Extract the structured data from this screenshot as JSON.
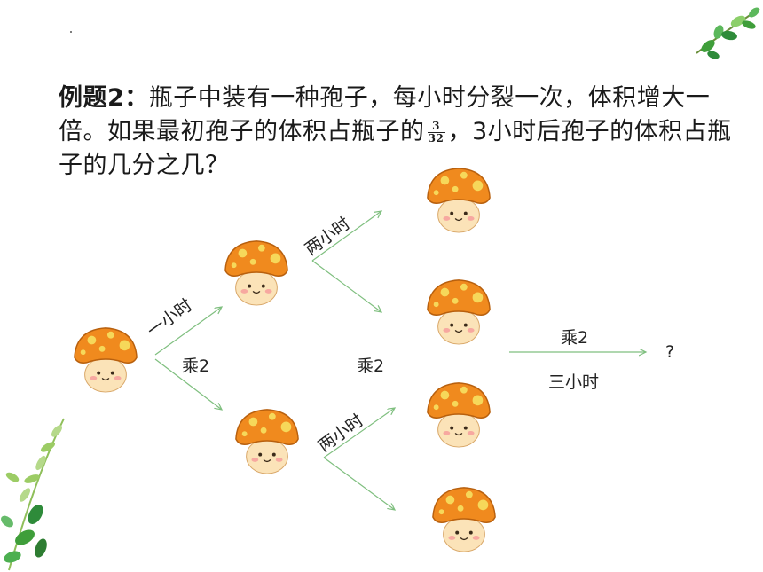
{
  "problem": {
    "label": "例题2：",
    "text_part1": "瓶子中装有一种孢子，每小时分裂一次，体积增大一倍。如果最初孢子的体积占瓶子的",
    "fraction": {
      "numerator": "3",
      "denominator": "32"
    },
    "text_part2": "，3小时后孢子的体积占瓶子的几分之几？"
  },
  "diagram": {
    "one_hour": "一小时",
    "times2_first": "乘2",
    "two_hours_top": "两小时",
    "times2_middle": "乘2",
    "two_hours_bottom": "两小时",
    "times2_right": "乘2",
    "three_hours": "三小时",
    "question_mark": "?"
  },
  "colors": {
    "arrow": "#7fbf7f",
    "mushroom_cap": "#f08a1e",
    "mushroom_spot": "#f6d85a",
    "mushroom_face": "#fbe3b8",
    "leaf": "#3f9e3a"
  }
}
